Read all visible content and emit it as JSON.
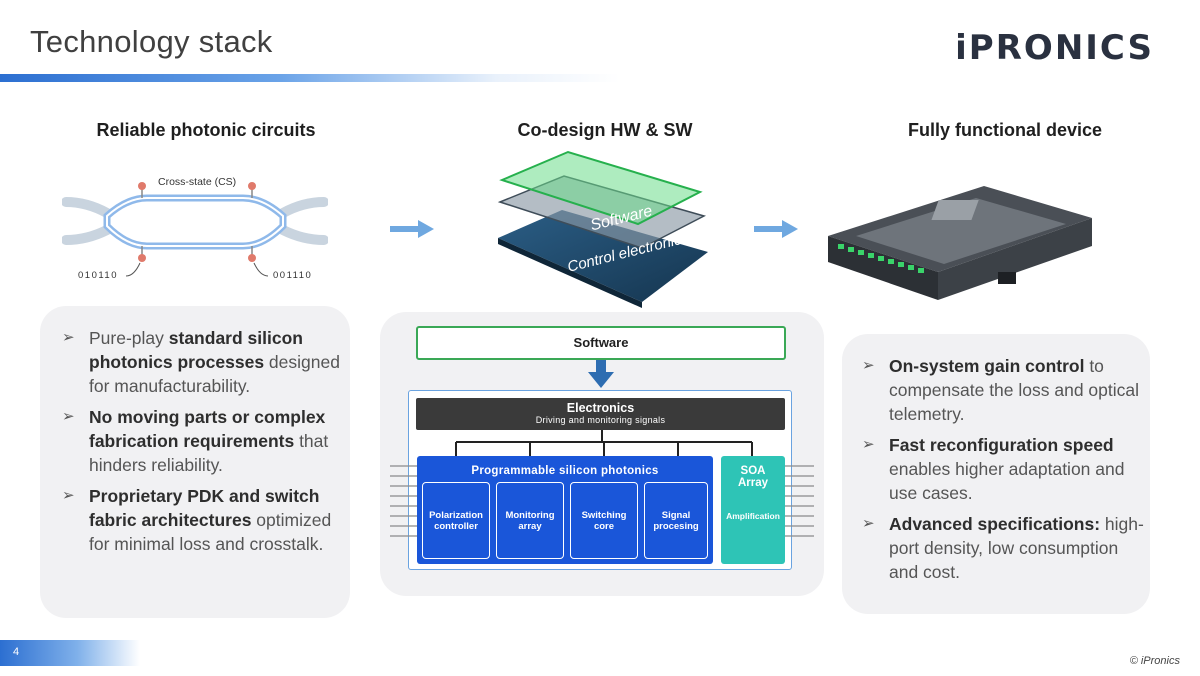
{
  "header": {
    "title": "Technology stack",
    "logo": "iPRONICS"
  },
  "columns": [
    {
      "title": "Reliable photonic circuits"
    },
    {
      "title": "Co-design HW & SW"
    },
    {
      "title": "Fully functional device"
    }
  ],
  "circuit": {
    "state_label": "Cross-state (CS)",
    "in_bits": "010110",
    "out_bits": "001110"
  },
  "stack_image": {
    "top_layer": "Software",
    "bottom_layer": "Control electronics"
  },
  "device": {
    "brand": "iPronics"
  },
  "left_bullets": [
    {
      "bold": "standard silicon photonics processes",
      "pre": "Pure-play ",
      "post": " designed for manufacturability."
    },
    {
      "bold": "No moving parts or complex fabrication requirements",
      "pre": "",
      "post": " that hinders reliability."
    },
    {
      "bold": "Proprietary PDK and switch fabric architectures",
      "pre": "",
      "post": " optimized for minimal loss and crosstalk."
    }
  ],
  "right_bullets": [
    {
      "bold": "On-system gain control",
      "pre": "",
      "post": " to compensate the loss and optical telemetry."
    },
    {
      "bold": "Fast reconfiguration speed",
      "pre": "",
      "post": " enables higher adaptation and use cases."
    },
    {
      "bold": "Advanced specifications:",
      "pre": "",
      "post": " high-port density, low consumption and cost."
    }
  ],
  "diagram": {
    "software": "Software",
    "electronics_title": "Electronics",
    "electronics_sub": "Driving and monitoring signals",
    "photonics_title": "Programmable silicon photonics",
    "blocks": [
      "Polarization controller",
      "Monitoring array",
      "Switching core",
      "Signal procesing"
    ],
    "soa_title": "SOA Array",
    "soa_sub": "Amplification"
  },
  "footer": {
    "page": "4",
    "copyright": "© iPronics"
  },
  "colors": {
    "accent": "#2c6fd1",
    "dark_blue": "#1c4fd6",
    "teal": "#2ec4b6",
    "green": "#2fa84f"
  }
}
